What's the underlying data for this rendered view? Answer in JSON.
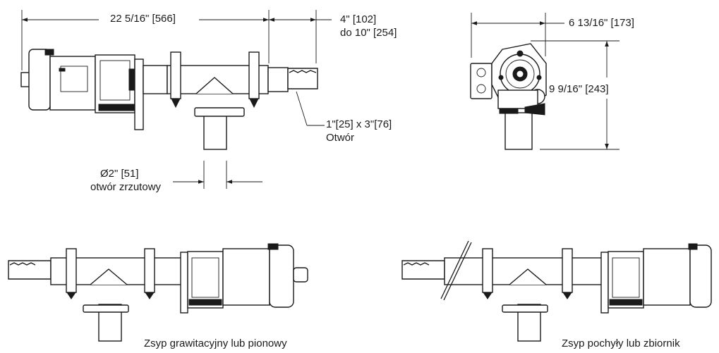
{
  "top_view": {
    "overall_length": "22 5/16\" [566]",
    "extension_line1": "4\" [102]",
    "extension_line2": "do 10\" [254]",
    "slot_line1": "1\"[25] x 3\"[76]",
    "slot_line2": "Otwór",
    "outlet_line1": "Ø2\" [51]",
    "outlet_line2": "otwór zrzutowy"
  },
  "end_view": {
    "width": "6 13/16\" [173]",
    "height": "9 9/16\" [243]"
  },
  "bottom_views": {
    "left_caption": "Zsyp grawitacyjny lub pionowy",
    "right_caption": "Zsyp pochyły lub zbiornik"
  }
}
